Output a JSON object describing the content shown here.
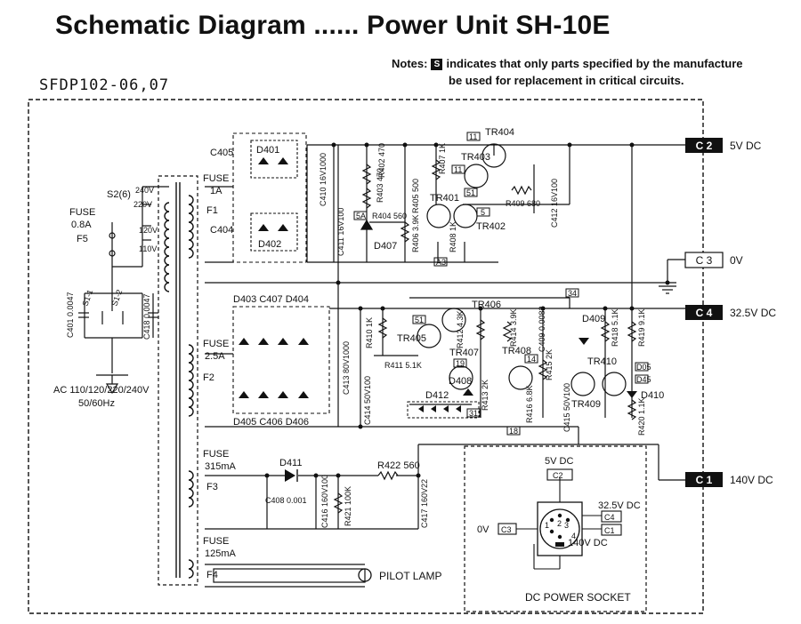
{
  "title": "Schematic Diagram ...... Power Unit  SH-10E",
  "notes": {
    "prefix": "Notes:",
    "symbol": "S",
    "line1": "indicates that only parts specified by the manufacture",
    "line2": "be used for replacement in critical circuits."
  },
  "model_code": "SFDP102-06,07",
  "connectors": {
    "c2": {
      "id": "C 2",
      "voltage": "5V DC"
    },
    "c3": {
      "id": "C 3",
      "voltage": "0V"
    },
    "c4": {
      "id": "C 4",
      "voltage": "32.5V DC"
    },
    "c1": {
      "id": "C 1",
      "voltage": "140V DC"
    }
  },
  "input": {
    "ac_line1": "AC 110/120/220/240V",
    "ac_line2": "50/60Hz",
    "fuse5_a": "FUSE",
    "fuse5_b": "0.8A",
    "fuse5_c": "F5",
    "s2": "S2(6)",
    "taps": [
      "240V",
      "220V",
      "120V",
      "110V"
    ],
    "s1_1": "S1-1",
    "s1_2": "S1-2",
    "c401": "C401 0.0047",
    "c418": "C418 0.0047"
  },
  "sec_5v": {
    "fuse_a": "FUSE",
    "fuse_b": "1A",
    "fuse_c": "F1",
    "c405": "C405",
    "c404": "C404",
    "d401": "D401",
    "d402": "D402",
    "c410": "C410 16V1000",
    "r402": "R402 470",
    "r403": "R403 470",
    "r404": "R404 560",
    "d407": "D407",
    "c411": "C411 16V100",
    "r405": "R405 500",
    "r406": "R406 3.9K",
    "r407": "R407 1K",
    "r408": "R408 1K",
    "r409": "R409 680",
    "c412": "C412 16V100",
    "tr401": "TR401",
    "tr402": "TR402",
    "tr403": "TR403",
    "tr404": "TR404",
    "tags": [
      "11",
      "11",
      "51",
      "5A",
      "5",
      "A3"
    ]
  },
  "sec_32v": {
    "fuse_a": "FUSE",
    "fuse_b": "2.5A",
    "fuse_c": "F2",
    "top_row": "D403 C407 D404",
    "bottom_row": "D405 C406 D406",
    "c413": "C413 80V1000",
    "r410": "R410 1K",
    "r411": "R411 5.1K",
    "c414": "C414 50V100",
    "tr405": "TR405",
    "tr406": "TR406",
    "tr407": "TR407",
    "tr408": "TR408",
    "tr409": "TR409",
    "tr410": "TR410",
    "r412": "R412 4.3K",
    "r413": "R413 2K",
    "r414": "R414 3.9K",
    "r415": "R415 2K",
    "r416": "R416 6.8K",
    "r418": "R418 5.1K",
    "r419": "R419 9.1K",
    "r420": "R420 1.1K",
    "c409": "C409 0.0082",
    "c415": "C415 50V100",
    "d408": "D408",
    "d409": "D409",
    "d410": "D410",
    "d412": "D412",
    "tags": [
      "34",
      "51",
      "19",
      "14",
      "31",
      "18",
      "D05",
      "D45"
    ]
  },
  "sec_140v": {
    "fuse_a": "FUSE",
    "fuse_b": "315mA",
    "fuse_c": "F3",
    "d411": "D411",
    "c408": "C408 0.001",
    "c416": "C416 160V100",
    "r421": "R421 100K",
    "r422": "R422 560",
    "c417": "C417 160V22"
  },
  "lamp": {
    "fuse_a": "FUSE",
    "fuse_b": "125mA",
    "fuse_c": "F4",
    "label": "PILOT LAMP"
  },
  "socket": {
    "title": "DC POWER SOCKET",
    "v5": "5V DC",
    "c2": "C2",
    "v0": "0V",
    "c3": "C3",
    "v32": "32.5V DC",
    "c4": "C4",
    "c1": "C1",
    "v140": "140V DC",
    "pins": [
      "1",
      "2",
      "3",
      "4"
    ]
  }
}
